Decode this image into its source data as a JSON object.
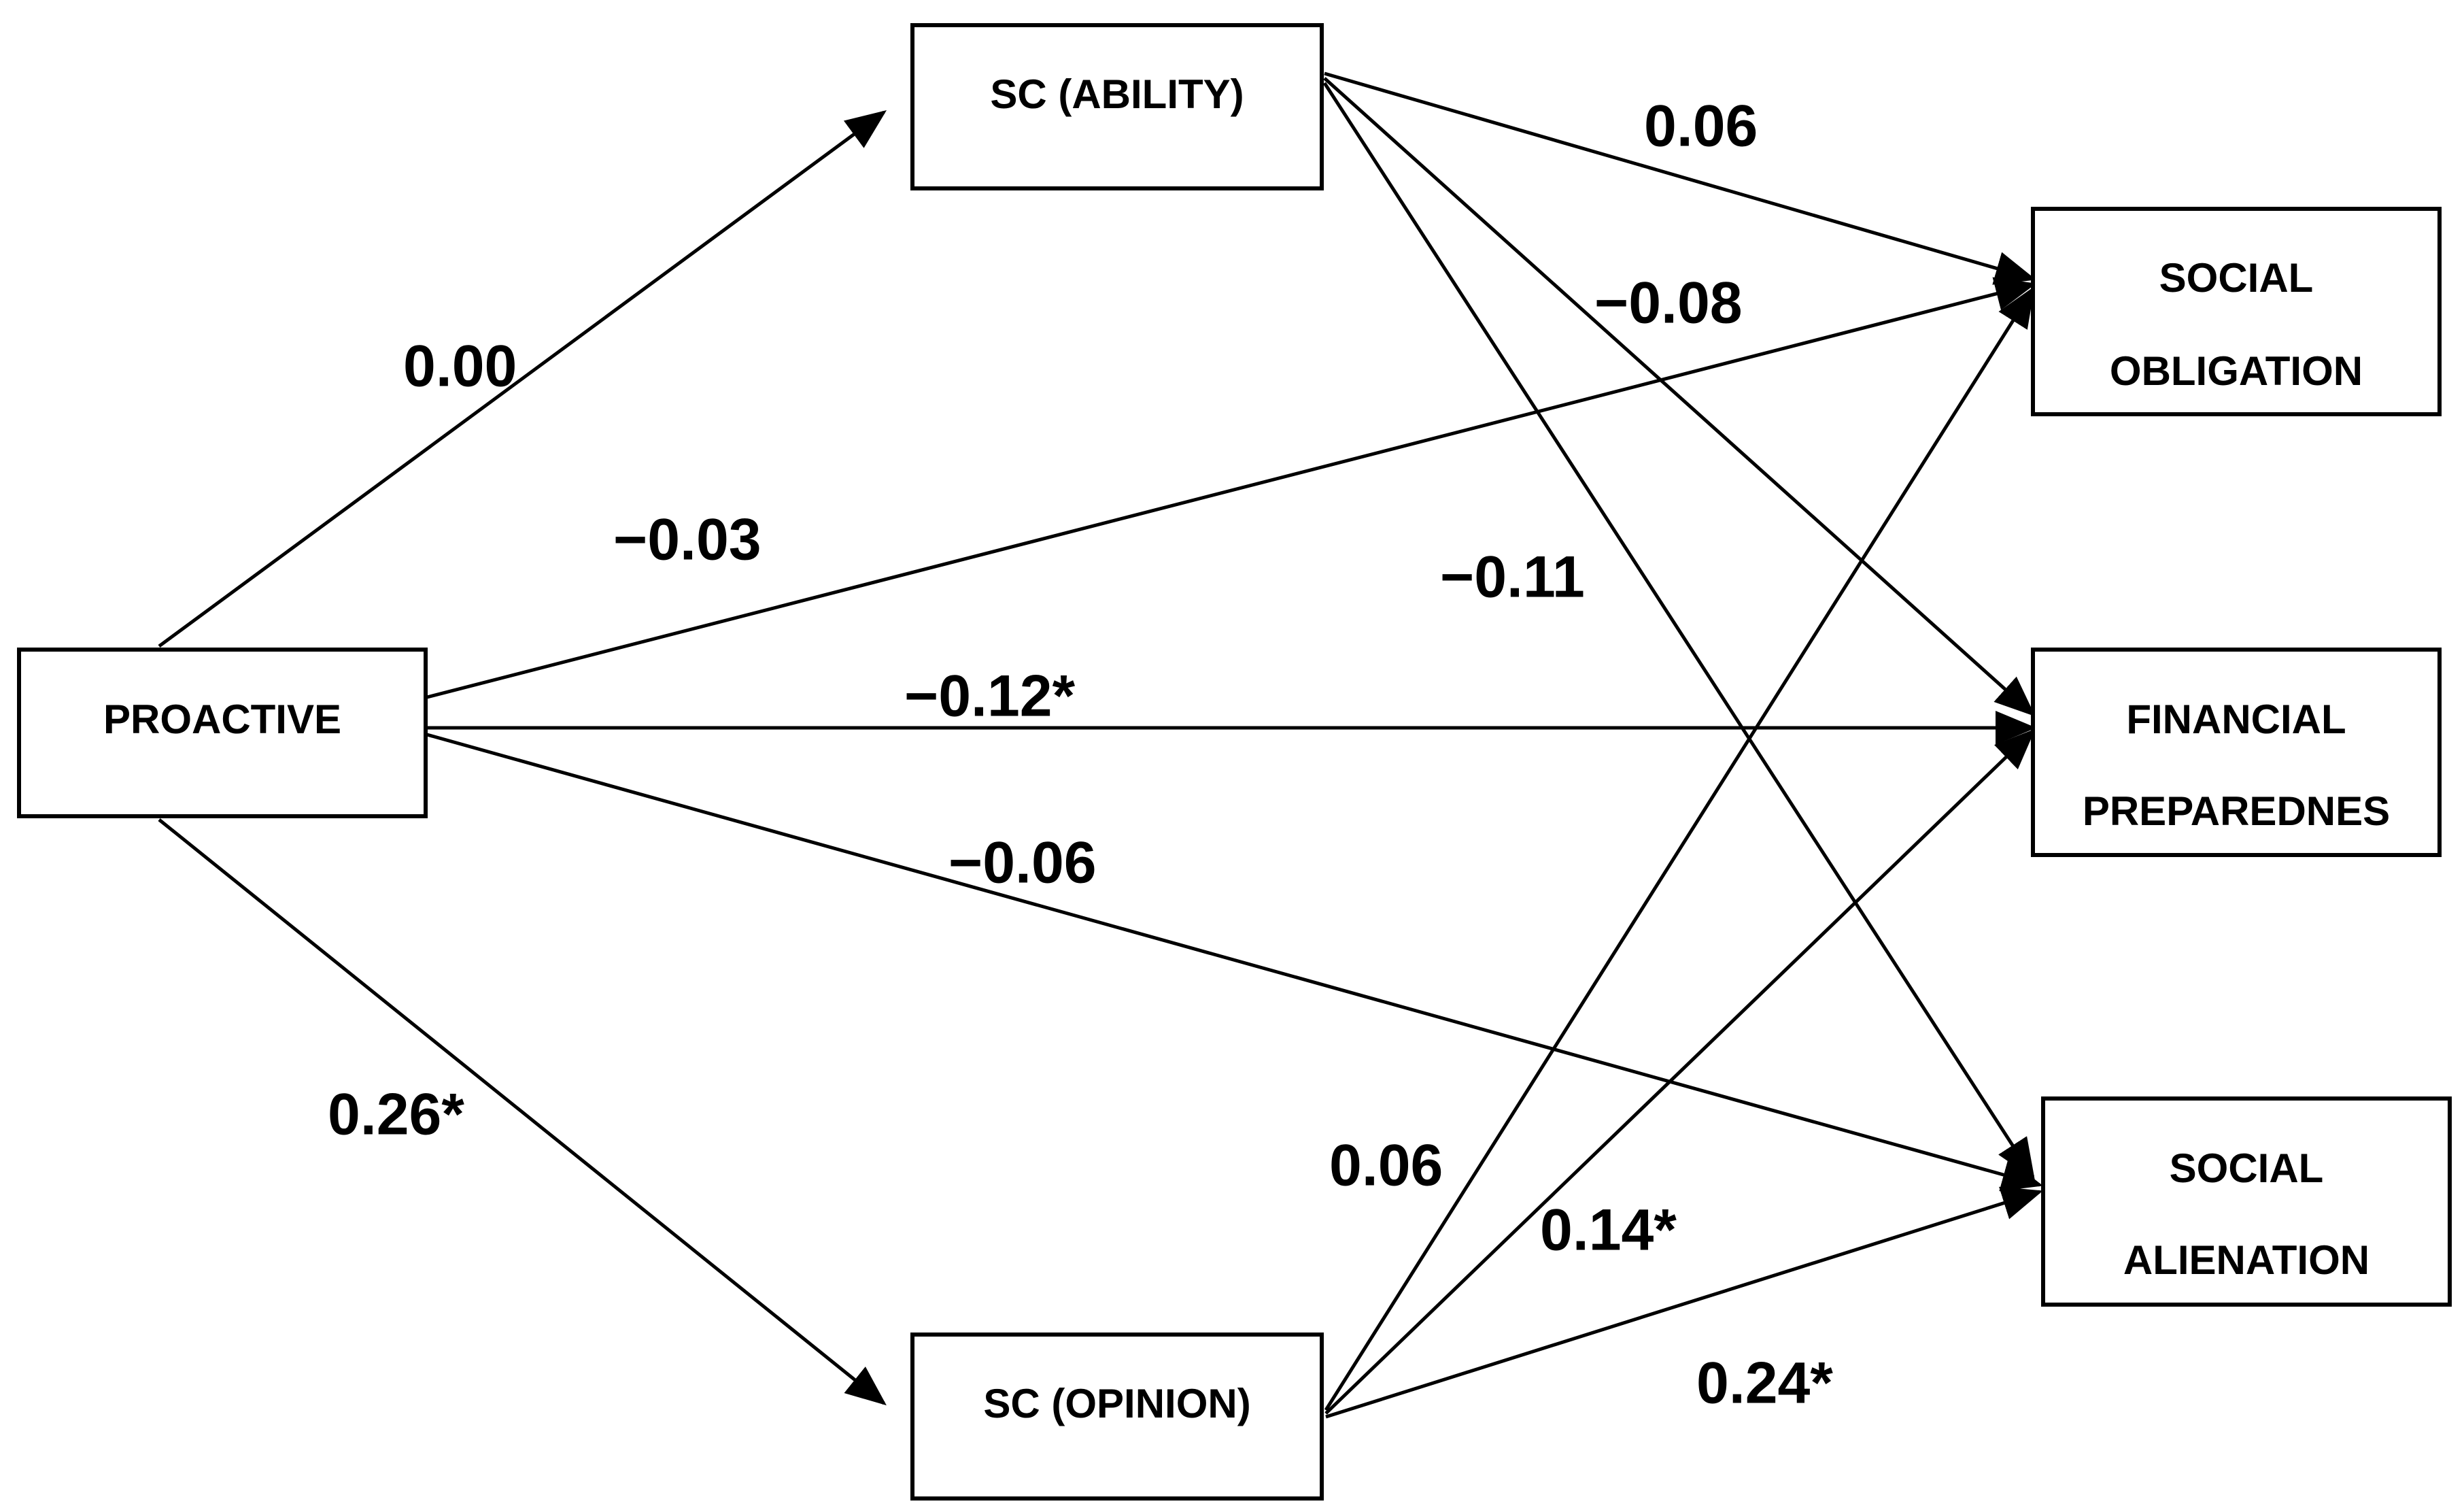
{
  "nodes": {
    "proactive": {
      "label": "PROACTIVE"
    },
    "sc_ability": {
      "label": "SC (ABILITY)"
    },
    "sc_opinion": {
      "label": "SC (OPINION)"
    },
    "social_obligation": {
      "label_line1": "SOCIAL",
      "label_line2": "OBLIGATION"
    },
    "financial_preparedness": {
      "label_line1": "FINANCIAL",
      "label_line2": "PREPAREDNES"
    },
    "social_alienation": {
      "label_line1": "SOCIAL",
      "label_line2": "ALIENATION"
    }
  },
  "edges": [
    {
      "id": "proactive-to-sc-ability",
      "from": "PROACTIVE",
      "to": "SC (ABILITY)",
      "coefficient": "0.00"
    },
    {
      "id": "proactive-to-sc-opinion",
      "from": "PROACTIVE",
      "to": "SC (OPINION)",
      "coefficient": "0.26*"
    },
    {
      "id": "proactive-to-social-obligation",
      "from": "PROACTIVE",
      "to": "SOCIAL OBLIGATION",
      "coefficient": "−0.03"
    },
    {
      "id": "proactive-to-financial-preparedness",
      "from": "PROACTIVE",
      "to": "FINANCIAL PREPAREDNES",
      "coefficient": "−0.12*"
    },
    {
      "id": "proactive-to-social-alienation",
      "from": "PROACTIVE",
      "to": "SOCIAL ALIENATION",
      "coefficient": "−0.06"
    },
    {
      "id": "sc-ability-to-social-obligation",
      "from": "SC (ABILITY)",
      "to": "SOCIAL OBLIGATION",
      "coefficient": "0.06"
    },
    {
      "id": "sc-ability-to-financial-preparedness",
      "from": "SC (ABILITY)",
      "to": "FINANCIAL PREPAREDNES",
      "coefficient": "−0.08"
    },
    {
      "id": "sc-ability-to-social-alienation",
      "from": "SC (ABILITY)",
      "to": "SOCIAL ALIENATION",
      "coefficient": "−0.11"
    },
    {
      "id": "sc-opinion-to-social-obligation",
      "from": "SC (OPINION)",
      "to": "SOCIAL OBLIGATION",
      "coefficient": "0.06"
    },
    {
      "id": "sc-opinion-to-financial-preparedness",
      "from": "SC (OPINION)",
      "to": "FINANCIAL PREPAREDNES",
      "coefficient": "0.14*"
    },
    {
      "id": "sc-opinion-to-social-alienation",
      "from": "SC (OPINION)",
      "to": "SOCIAL ALIENATION",
      "coefficient": "0.24*"
    }
  ]
}
